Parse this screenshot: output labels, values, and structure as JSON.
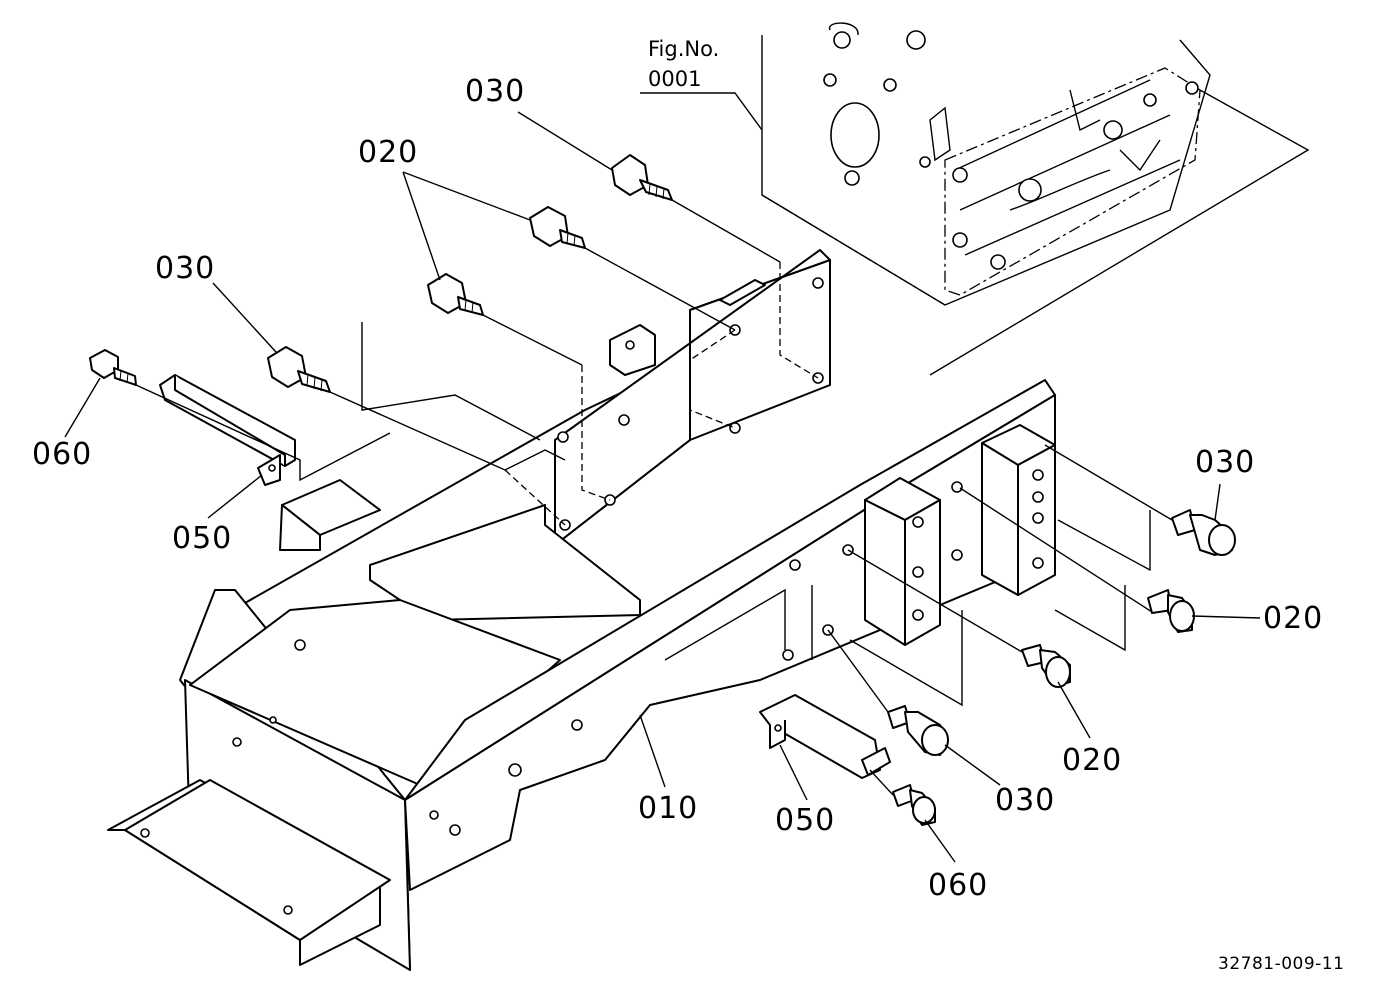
{
  "figure_ref": {
    "line1": "Fig.No.",
    "line2": "0001"
  },
  "document_code": "32781-009-11",
  "callouts": [
    {
      "id": "lbl-030-top",
      "text": "030"
    },
    {
      "id": "lbl-020-top",
      "text": "020"
    },
    {
      "id": "lbl-030-left",
      "text": "030"
    },
    {
      "id": "lbl-060-left",
      "text": "060"
    },
    {
      "id": "lbl-050-left",
      "text": "050"
    },
    {
      "id": "lbl-030-right",
      "text": "030"
    },
    {
      "id": "lbl-020-right",
      "text": "020"
    },
    {
      "id": "lbl-020-lower",
      "text": "020"
    },
    {
      "id": "lbl-030-lower",
      "text": "030"
    },
    {
      "id": "lbl-010",
      "text": "010"
    },
    {
      "id": "lbl-050-lower",
      "text": "050"
    },
    {
      "id": "lbl-060-lower",
      "text": "060"
    }
  ]
}
